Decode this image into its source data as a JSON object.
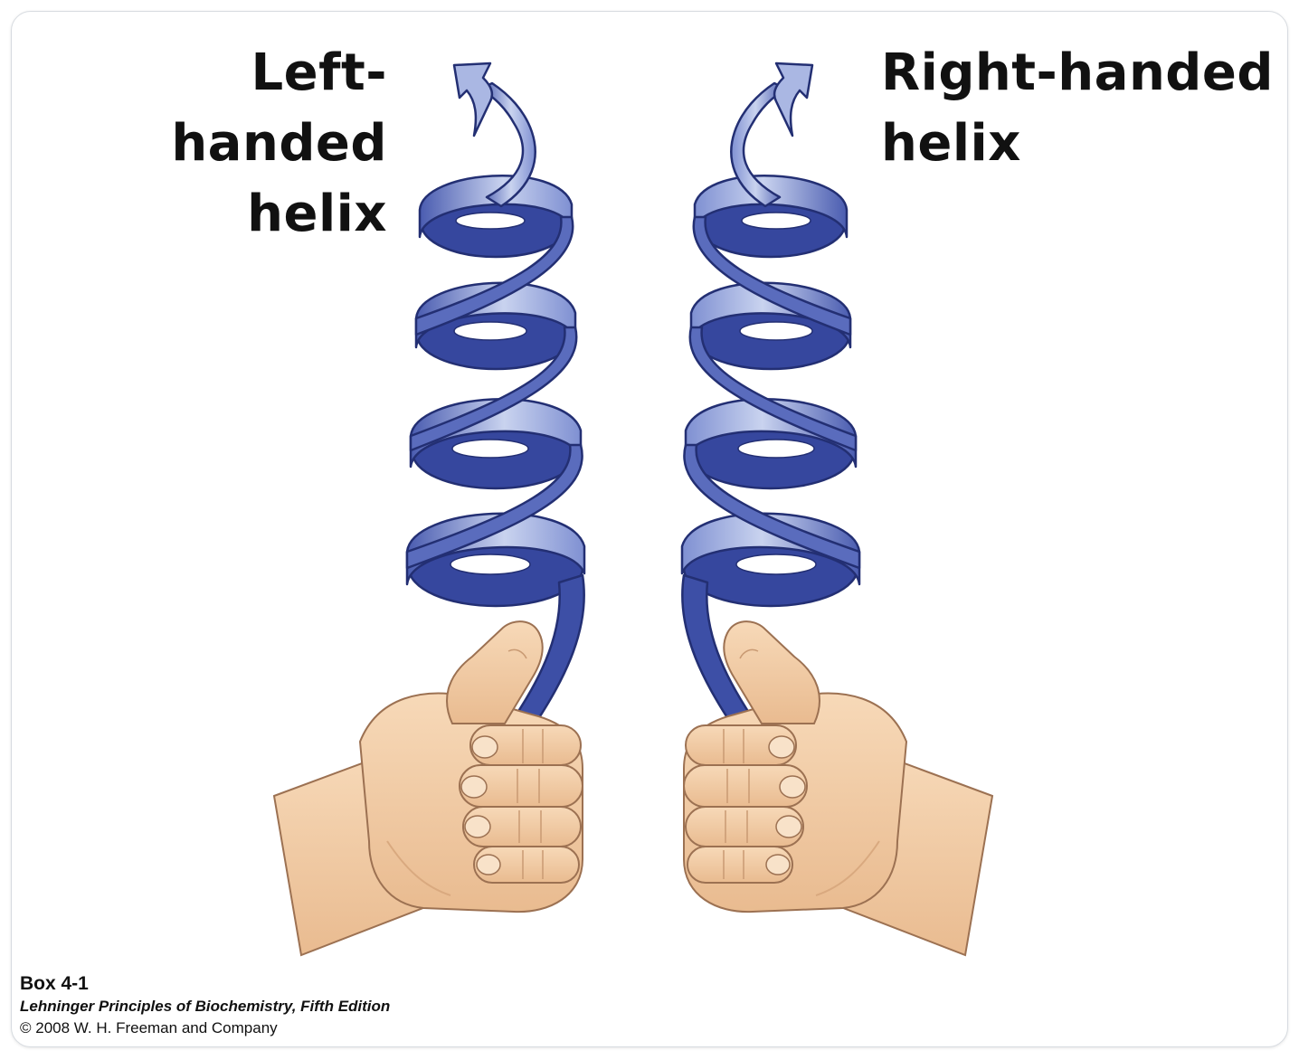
{
  "left_panel": {
    "heading_line1": "Left-handed",
    "heading_line2": "helix"
  },
  "right_panel": {
    "heading_line1": "Right-handed",
    "heading_line2": "helix"
  },
  "caption": {
    "label": "Box 4-1",
    "book": "Lehninger Principles of Biochemistry, Fifth Edition",
    "copyright": "© 2008 W. H. Freeman and Company"
  },
  "colors": {
    "ribbon_light": "#c9d3ef",
    "ribbon_mid": "#7f90d2",
    "ribbon_dark": "#36479e",
    "ribbon_outline": "#232f73",
    "skin": "#f2cca4",
    "skin_shadow": "#d9a97f",
    "skin_outline": "#9c7152"
  }
}
